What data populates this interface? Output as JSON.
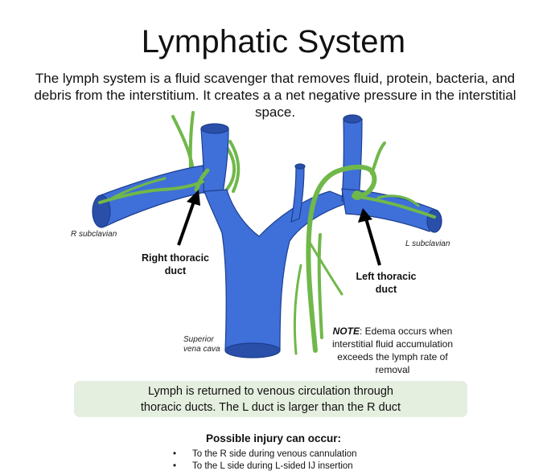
{
  "title": "Lymphatic System",
  "intro": "The lymph system is a fluid scavenger that removes fluid, protein, bacteria, and debris from the interstitium. It creates a a net negative pressure in the interstitial space.",
  "labels": {
    "r_subclavian": "R subclavian",
    "l_subclavian": "L subclavian",
    "svc_line1": "Superior",
    "svc_line2": "vena cava",
    "right_duct_line1": "Right thoracic",
    "right_duct_line2": "duct",
    "left_duct_line1": "Left thoracic",
    "left_duct_line2": "duct"
  },
  "note": {
    "prefix": "NOTE",
    "text": ": Edema occurs when interstitial fluid accumulation exceeds the lymph rate of removal"
  },
  "summary": {
    "line1": "Lymph is returned to venous circulation through",
    "line2": "thoracic ducts. The L duct is larger than the R duct"
  },
  "injury": {
    "title": "Possible injury can occur:",
    "items": [
      "To the R side during venous cannulation",
      "To the L side during L-sided IJ insertion"
    ]
  },
  "colors": {
    "vein": "#3f6fd8",
    "vein_dark": "#2a4fa8",
    "lymph": "#70b84a",
    "summary_bg": "#e5efdf"
  }
}
